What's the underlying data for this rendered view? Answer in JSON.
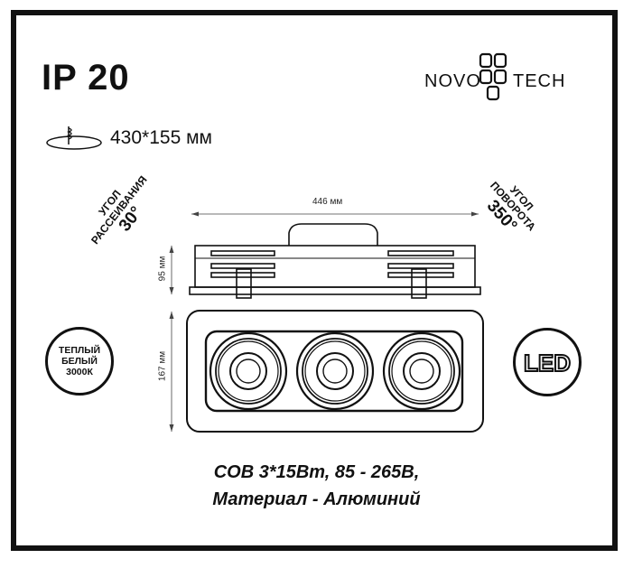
{
  "protection": {
    "rating": "IP 20"
  },
  "brand": {
    "name_left": "NOVO",
    "name_right": "TECH",
    "mark": "NOVOTECH"
  },
  "cutout": {
    "label": "430*155 мм"
  },
  "beam_angle": {
    "line1": "УГОЛ",
    "line2": "РАССЕИВАНИЯ",
    "value": "30°"
  },
  "rotation_angle": {
    "line1": "УГОЛ",
    "line2": "ПОВОРОТА",
    "value": "350°"
  },
  "dimensions": {
    "width": "446 мм",
    "height": "95 мм",
    "depth": "167 мм"
  },
  "color_temp": {
    "line1": "ТЕПЛЫЙ",
    "line2": "БЕЛЫЙ",
    "line3": "3000К"
  },
  "light_source": {
    "label": "LED"
  },
  "specs": {
    "line1": "COB 3*15Вт, 85 - 265В,",
    "line2": "Материал - Алюминий"
  },
  "lamp_count": 3,
  "colors": {
    "ink": "#111111",
    "background": "#ffffff"
  }
}
